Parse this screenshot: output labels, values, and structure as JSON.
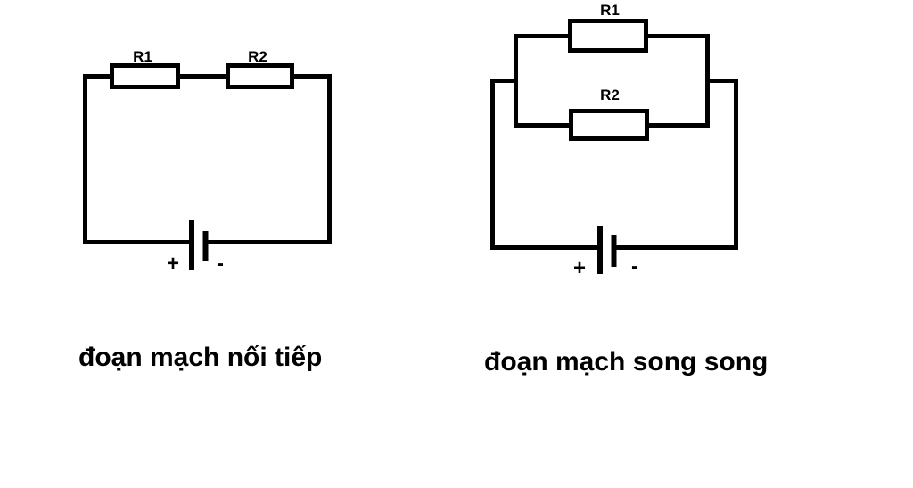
{
  "page": {
    "background_color": "#ffffff",
    "line_color": "#000000"
  },
  "series_circuit": {
    "resistor1_label": "R1",
    "resistor2_label": "R2",
    "battery_plus": "+",
    "battery_minus": "-",
    "caption": "đoạn mạch nối tiếp"
  },
  "parallel_circuit": {
    "resistor1_label": "R1",
    "resistor2_label": "R2",
    "battery_plus": "+",
    "battery_minus": "-",
    "caption": "đoạn mạch song song"
  }
}
